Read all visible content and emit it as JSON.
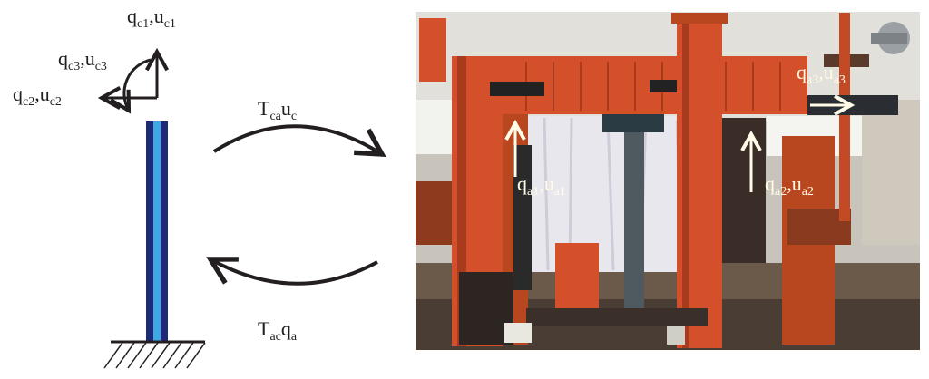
{
  "column_labels": {
    "c1": {
      "q": "q",
      "u": "u",
      "sub": "c1"
    },
    "c2": {
      "q": "q",
      "u": "u",
      "sub": "c2"
    },
    "c3": {
      "q": "q",
      "u": "u",
      "sub": "c3"
    }
  },
  "transforms": {
    "top": {
      "main": "T",
      "sub": "ca",
      "var": "u",
      "var_sub": "c"
    },
    "bottom": {
      "main": "T",
      "sub": "ac",
      "var": "q",
      "var_sub": "a"
    }
  },
  "actuator_labels": {
    "a1": {
      "q": "q",
      "u": "u",
      "sub": "a1"
    },
    "a2": {
      "q": "q",
      "u": "u",
      "sub": "a2"
    },
    "a3": {
      "q": "q",
      "u": "u",
      "sub": "a3"
    }
  },
  "colors": {
    "column_outer": "#1d2a7a",
    "column_inner": "#3fa9e6",
    "ink": "#231f20",
    "frame_orange": "#d4502a",
    "frame_dark": "#8a2f16",
    "actuator_arrow": "#fffbe6"
  }
}
